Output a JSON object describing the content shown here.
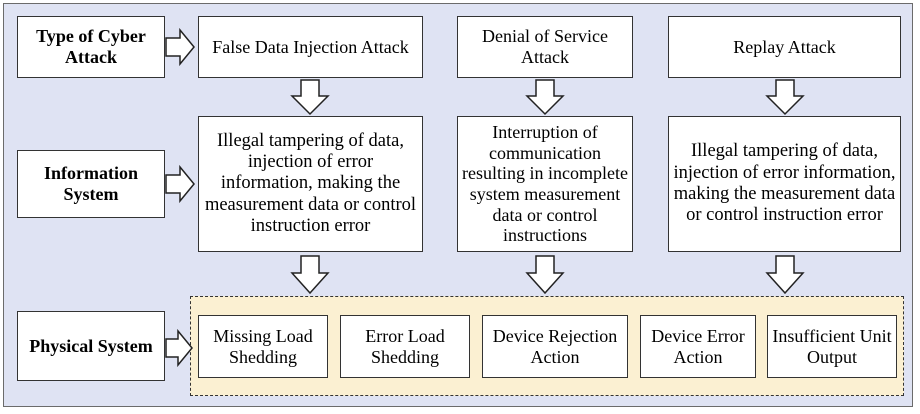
{
  "rows": {
    "cyber_attack": "Type of Cyber Attack",
    "information_system": "Information System",
    "physical_system": "Physical System"
  },
  "attacks": {
    "fdi": "False Data Injection Attack",
    "dos": "Denial of Service Attack",
    "replay": "Replay Attack"
  },
  "effects": {
    "fdi": "Illegal tampering of data, injection of error information, making the measurement data or control instruction error",
    "dos": "Interruption of communication resulting in incomplete system measurement data or control instructions",
    "replay": "Illegal tampering of data, injection of error information, making the measurement data or control instruction error"
  },
  "outcomes": [
    "Missing Load Shedding",
    "Error Load Shedding",
    "Device Rejection Action",
    "Device Error Action",
    "Insufficient Unit Output"
  ],
  "colors": {
    "background_panel": "#dfe3f3",
    "physical_group": "#fbf0d2",
    "box": "#ffffff"
  }
}
